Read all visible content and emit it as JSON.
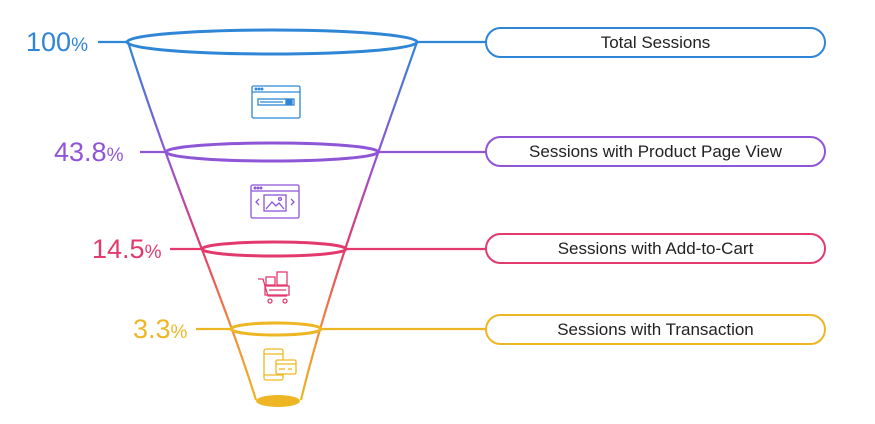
{
  "funnel": {
    "stages": [
      {
        "percent": "100",
        "percent_sign": "%",
        "label": "Total Sessions",
        "color": "#2f86d6",
        "icon": "browser-window-icon"
      },
      {
        "percent": "43.8",
        "percent_sign": "%",
        "label": "Sessions with Product Page View",
        "color": "#8f55d7",
        "icon": "image-slider-icon"
      },
      {
        "percent": "14.5",
        "percent_sign": "%",
        "label": "Sessions with Add-to-Cart",
        "color": "#e33a6e",
        "icon": "shopping-cart-icon"
      },
      {
        "percent": "3.3",
        "percent_sign": "%",
        "label": "Sessions with Transaction",
        "color": "#eeb624",
        "icon": "mobile-payment-icon"
      }
    ]
  }
}
